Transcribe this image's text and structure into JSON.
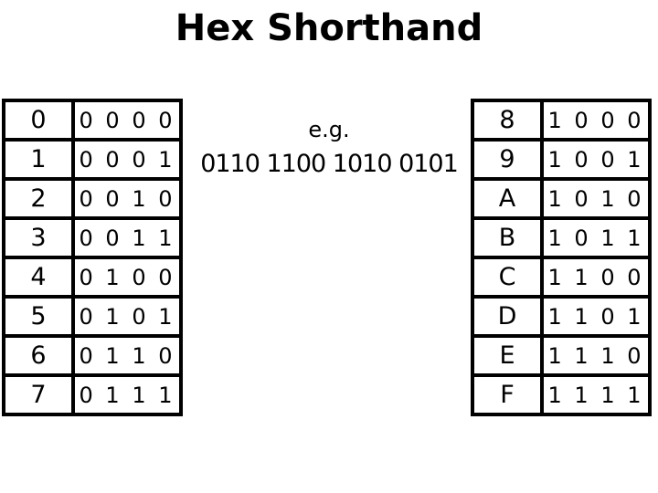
{
  "title": "Hex Shorthand",
  "example": {
    "label": "e.g.",
    "value": "0110 1100 1010 0101"
  },
  "colors": {
    "background": "#ffffff",
    "text": "#000000",
    "table_border": "#000000"
  },
  "left_table": {
    "rows": [
      {
        "hex": "0",
        "binary": "0 0 0 0"
      },
      {
        "hex": "1",
        "binary": "0 0 0 1"
      },
      {
        "hex": "2",
        "binary": "0 0 1 0"
      },
      {
        "hex": "3",
        "binary": "0 0 1 1"
      },
      {
        "hex": "4",
        "binary": "0 1 0 0"
      },
      {
        "hex": "5",
        "binary": "0 1 0 1"
      },
      {
        "hex": "6",
        "binary": "0 1 1 0"
      },
      {
        "hex": "7",
        "binary": "0 1 1 1"
      }
    ]
  },
  "right_table": {
    "rows": [
      {
        "hex": "8",
        "binary": "1 0 0 0"
      },
      {
        "hex": "9",
        "binary": "1 0 0 1"
      },
      {
        "hex": "A",
        "binary": "1 0 1 0"
      },
      {
        "hex": "B",
        "binary": "1 0 1 1"
      },
      {
        "hex": "C",
        "binary": "1 1 0 0"
      },
      {
        "hex": "D",
        "binary": "1 1 0 1"
      },
      {
        "hex": "E",
        "binary": "1 1 1 0"
      },
      {
        "hex": "F",
        "binary": "1 1 1 1"
      }
    ]
  }
}
